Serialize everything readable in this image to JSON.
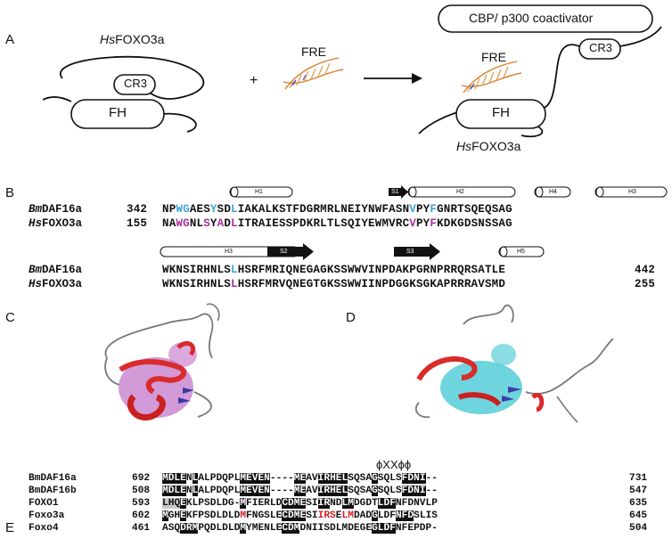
{
  "panels": {
    "a": "A",
    "b": "B",
    "c": "C",
    "d": "D",
    "e": "E"
  },
  "panelA": {
    "left_protein": "FOXO3a",
    "species_prefix": "Hs",
    "cr3": "CR3",
    "fh": "FH",
    "fre": "FRE",
    "plus": "+",
    "coactivator": "CBP/ p300 coactivator",
    "right_cr3": "CR3",
    "right_fh": "FH",
    "right_fre": "FRE",
    "right_protein": "FOXO3a",
    "right_species_prefix": "Hs"
  },
  "panelB": {
    "top_ss": {
      "h1": "H1",
      "s1": "S1",
      "h2": "H2",
      "h4": "H4",
      "h3": "H3"
    },
    "bottom_ss": {
      "h3": "H3",
      "s2": "S2",
      "s3": "S3",
      "h5": "H5"
    },
    "row1": {
      "bm_prefix": "Bm",
      "bm_name": "DAF16a",
      "bm_start": "342",
      "hs_prefix": "Hs",
      "hs_name": "FOXO3a",
      "hs_start": "155"
    },
    "row2": {
      "bm_prefix": "Bm",
      "bm_name": "DAF16a",
      "bm_end": "442",
      "hs_prefix": "Hs",
      "hs_name": "FOXO3a",
      "hs_end": "255"
    },
    "colors": {
      "bm_highlight": "#3ea6d8",
      "hs_highlight": "#a8329c"
    }
  },
  "panelE": {
    "motif": "ϕXXϕϕ",
    "rows": [
      {
        "name": "BmDAF16a",
        "start": "692",
        "end": "731"
      },
      {
        "name": "BmDAF16b",
        "start": "508",
        "end": "547"
      },
      {
        "name": "FOXO1",
        "start": "593",
        "end": "635"
      },
      {
        "name": "Foxo3a",
        "start": "602",
        "end": "645"
      },
      {
        "name": "Foxo4",
        "start": "461",
        "end": "504"
      }
    ],
    "colors": {
      "identical": "#111111",
      "similar": "#c8c8c8",
      "red": "#d0202a"
    }
  }
}
